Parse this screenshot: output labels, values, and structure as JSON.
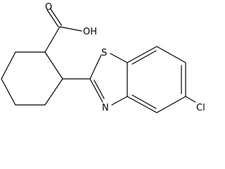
{
  "molecule": {
    "atoms": {
      "carboxyl_oxygen": "O",
      "hydroxyl": "OH",
      "ring_sulfur": "S",
      "ring_nitrogen": "N",
      "chlorine": "Cl"
    },
    "colors": {
      "bond": "#000000",
      "label": "#000000"
    }
  }
}
